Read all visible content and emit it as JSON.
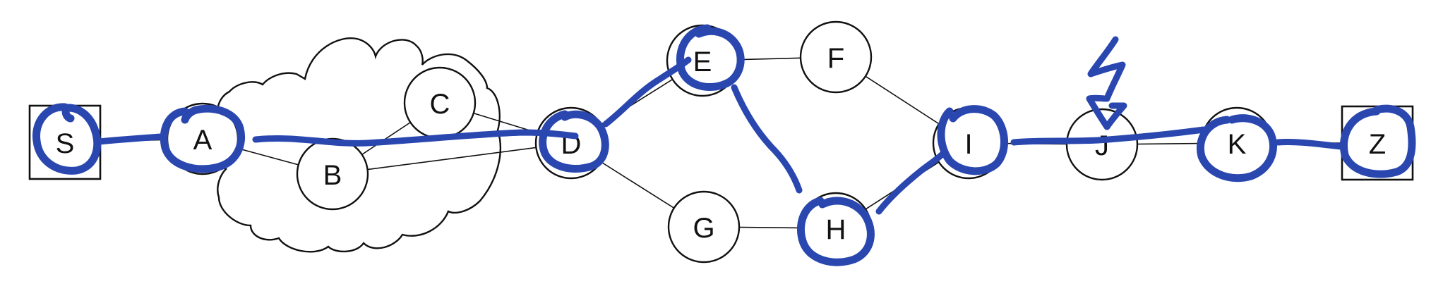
{
  "diagram": {
    "nodes": [
      {
        "id": "S",
        "label": "S",
        "shape": "box"
      },
      {
        "id": "A",
        "label": "A",
        "shape": "circle"
      },
      {
        "id": "B",
        "label": "B",
        "shape": "circle"
      },
      {
        "id": "C",
        "label": "C",
        "shape": "circle"
      },
      {
        "id": "D",
        "label": "D",
        "shape": "circle"
      },
      {
        "id": "E",
        "label": "E",
        "shape": "circle"
      },
      {
        "id": "F",
        "label": "F",
        "shape": "circle"
      },
      {
        "id": "G",
        "label": "G",
        "shape": "circle"
      },
      {
        "id": "H",
        "label": "H",
        "shape": "circle"
      },
      {
        "id": "I",
        "label": "I",
        "shape": "circle"
      },
      {
        "id": "J",
        "label": "J",
        "shape": "circle"
      },
      {
        "id": "K",
        "label": "K",
        "shape": "circle"
      },
      {
        "id": "Z",
        "label": "Z",
        "shape": "box"
      }
    ],
    "edges": [
      [
        "S",
        "A"
      ],
      [
        "A",
        "B"
      ],
      [
        "B",
        "C"
      ],
      [
        "C",
        "D"
      ],
      [
        "B",
        "D"
      ],
      [
        "D",
        "E"
      ],
      [
        "D",
        "G"
      ],
      [
        "E",
        "F"
      ],
      [
        "F",
        "I"
      ],
      [
        "G",
        "H"
      ],
      [
        "H",
        "I"
      ],
      [
        "I",
        "J"
      ],
      [
        "J",
        "K"
      ],
      [
        "K",
        "Z"
      ]
    ],
    "highlighted_path": [
      "S",
      "A",
      "D",
      "E",
      "H",
      "I",
      "J",
      "K",
      "Z"
    ],
    "cloud_contains": [
      "B",
      "C"
    ],
    "failure_marker_on": "J",
    "failure_marker_icon": "lightning-bolt-icon",
    "colors": {
      "ink": "#2a47b0",
      "line": "#111111",
      "node_fill": "#ffffff"
    }
  }
}
